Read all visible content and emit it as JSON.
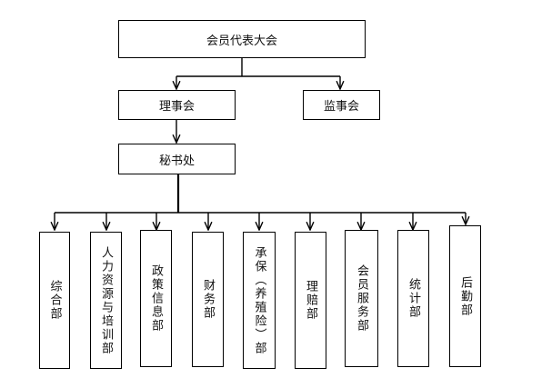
{
  "org": {
    "top": "会员代表大会",
    "board": "理事会",
    "supervisors": "监事会",
    "secretariat": "秘书处",
    "departments": [
      "综合部",
      "人力资源与培训部",
      "政策信息部",
      "财务部",
      "承保（养殖险）部",
      "理赔部",
      "会员服务部",
      "统计部",
      "后勤部"
    ]
  }
}
